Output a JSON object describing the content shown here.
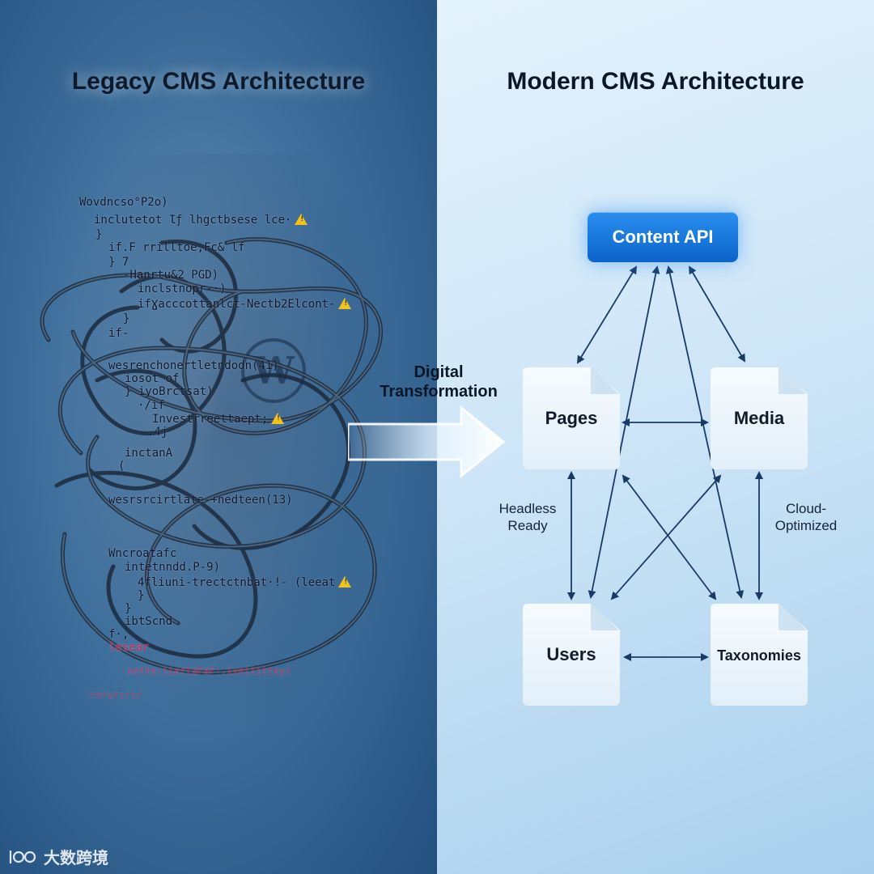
{
  "legacy": {
    "title": "Legacy CMS Architecture",
    "code_lines": [
      "Wovdncso°P2o)",
      "inclutetot Ɩƒ lhgctbsese lce·",
      "}",
      "if.F rrilltoe,Fc& lf",
      "} 7",
      "-Hanrtu&2 PGD)",
      "inclstnopr-·)",
      "ifƔacccottanlct-Nectb2Elcont-",
      "}",
      "if-",
      "wesrenchonertletndodn(41)",
      "iosot of",
      "}  iyoBrctsat)",
      "·/if",
      "Investrreettaept;",
      ".4j",
      "inctanA",
      "(",
      "wesrsrcirtlate-+nedteen(13)",
      "Wncroatafc",
      "intetnndd.P-9)",
      "4fliuni-trectctnbat·!- (leeat",
      "}",
      "}",
      "ibtScnd",
      "f·,",
      "lesear",
      "·nette:liertaFaF-.ivettittey)",
      "'rerwrsrsr"
    ]
  },
  "modern": {
    "title": "Modern CMS Architecture",
    "api_label": "Content API",
    "nodes": {
      "pages": "Pages",
      "media": "Media",
      "users": "Users",
      "taxonomies": "Taxonomies"
    },
    "notes": {
      "headless": "Headless Ready",
      "cloud": "Cloud-Optimized"
    }
  },
  "transformation_label": "Digital Transformation",
  "watermark": "大数跨境",
  "colors": {
    "api_blue": "#0c64c9",
    "legacy_bg": "#3f6f9c",
    "modern_bg": "#cfe6f7",
    "warning": "#f2c21b",
    "arrow": "#1a3a66"
  }
}
